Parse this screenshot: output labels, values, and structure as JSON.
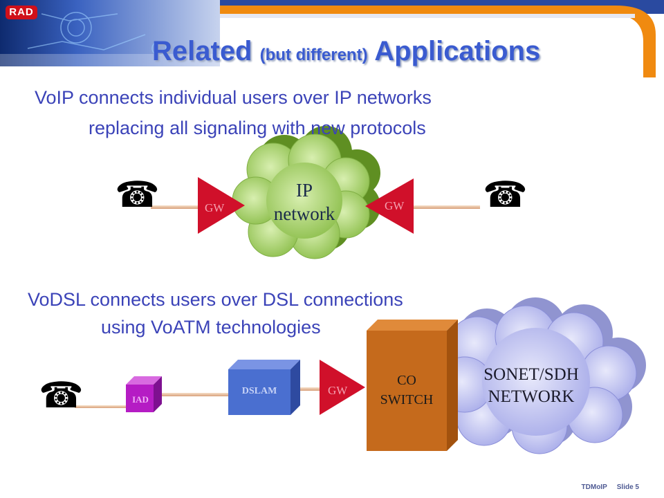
{
  "brand": {
    "logo_text": "RAD"
  },
  "slide": {
    "title_part1": "Related ",
    "title_part2": "(but different)",
    "title_part3": " Applications"
  },
  "voip": {
    "line1": "VoIP connects individual users over IP networks",
    "line2": "replacing all signaling with new protocols",
    "cloud_line1": "IP",
    "cloud_line2": "network",
    "gw_left": "GW",
    "gw_right": "GW"
  },
  "vodsl": {
    "line1": "VoDSL connects users over DSL connections",
    "line2": "using VoATM technologies",
    "iad": "IAD",
    "dslam": "DSLAM",
    "gw": "GW",
    "co_line1": "CO",
    "co_line2": "SWITCH",
    "network_line1": "SONET/SDH",
    "network_line2": "NETWORK"
  },
  "footer": {
    "label": "TDMoIP",
    "slide": "Slide 5"
  },
  "colors": {
    "title": "#3a5bd0",
    "text": "#3b43b8",
    "gateway": "#d0102a",
    "ip_cloud": "#9ccc5a",
    "ip_cloud_shadow": "#5f8f22",
    "sonet_cloud": "#b0b4ee",
    "co_switch": "#c56a1c",
    "dslam": "#4a6fd0",
    "iad": "#b51cc4",
    "header_band": "#2a4aa0",
    "header_orange": "#f08a10"
  },
  "icons": {
    "phone": "telephone-icon"
  }
}
